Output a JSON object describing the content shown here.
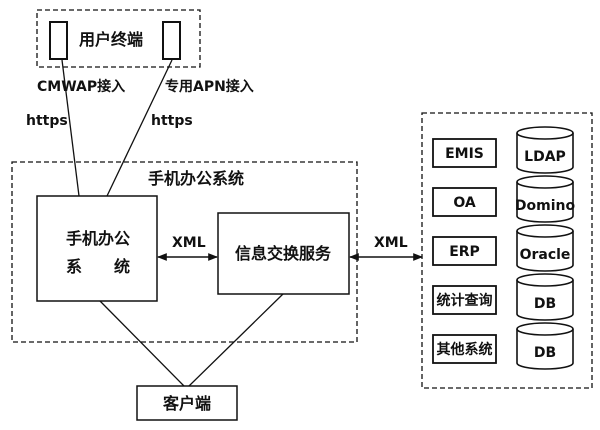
{
  "user_terminal": {
    "label": "用户终端"
  },
  "access": {
    "cmwap": "CMWAP接入",
    "apn": "专用APN接入",
    "https_left": "https",
    "https_right": "https"
  },
  "mobile_office": {
    "frame_title": "手机办公系统",
    "box_line1": "手机办公",
    "box_line2": "系　　统"
  },
  "info_exchange": {
    "label": "信息交换服务"
  },
  "links": {
    "xml_inner": "XML",
    "xml_outer": "XML"
  },
  "client": {
    "label": "客户端"
  },
  "backend": {
    "systems": [
      {
        "label": "EMIS",
        "db": "LDAP"
      },
      {
        "label": "OA",
        "db": "Domino"
      },
      {
        "label": "ERP",
        "db": "Oracle"
      },
      {
        "label": "统计查询",
        "db": "DB"
      },
      {
        "label": "其他系统",
        "db": "DB"
      }
    ]
  }
}
